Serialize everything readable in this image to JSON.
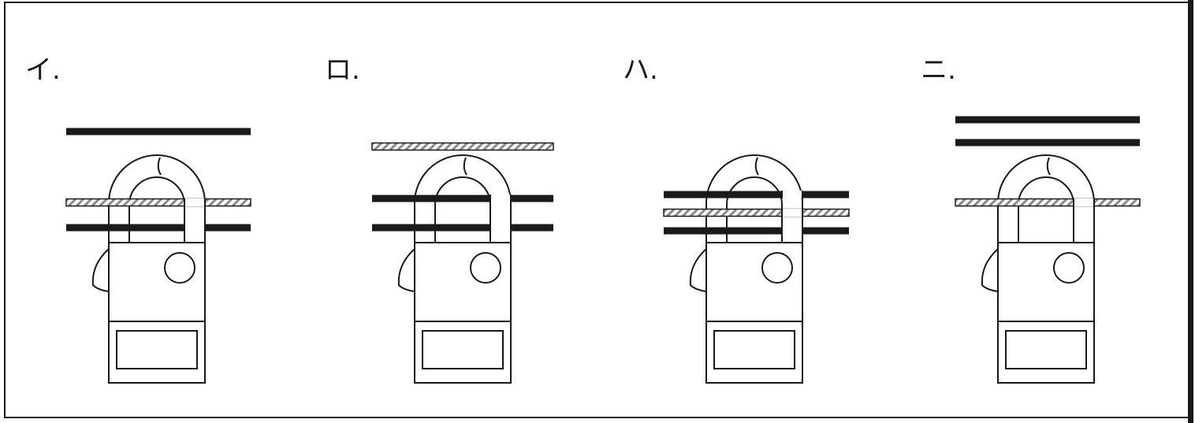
{
  "options": [
    {
      "id": "i",
      "label": "イ.",
      "wires": [
        {
          "kind": "solid",
          "position": "above"
        },
        {
          "kind": "hatched",
          "position": "through"
        },
        {
          "kind": "solid",
          "position": "through"
        }
      ]
    },
    {
      "id": "ro",
      "label": "ロ.",
      "wires": [
        {
          "kind": "hatched",
          "position": "above"
        },
        {
          "kind": "solid",
          "position": "through"
        },
        {
          "kind": "solid",
          "position": "through"
        }
      ]
    },
    {
      "id": "ha",
      "label": "ハ.",
      "wires": [
        {
          "kind": "solid",
          "position": "through"
        },
        {
          "kind": "hatched",
          "position": "through"
        },
        {
          "kind": "solid",
          "position": "through"
        }
      ]
    },
    {
      "id": "ni",
      "label": "ニ.",
      "wires": [
        {
          "kind": "solid",
          "position": "above"
        },
        {
          "kind": "solid",
          "position": "above"
        },
        {
          "kind": "hatched",
          "position": "through"
        }
      ]
    }
  ],
  "colors": {
    "line": "#1a1a1a",
    "wire": "#1a1a1a",
    "hatch": "#8a8a8a",
    "background": "#ffffff"
  },
  "icons": {
    "meter": "clamp-meter-icon"
  }
}
